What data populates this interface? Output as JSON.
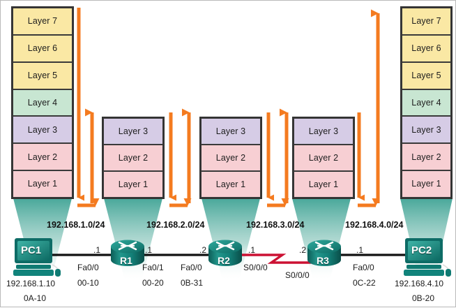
{
  "title": "OSI layer encapsulation across a routed network",
  "colors": {
    "arrow_orange": "#F47B20",
    "device_teal": "#1E8F86",
    "serial_red": "#CC1133",
    "layer_yellow": "#FAE8A4",
    "layer_green": "#C8E6D2",
    "layer_purple": "#D6CCE6",
    "layer_pink": "#F7CFD3",
    "link_black": "#111111",
    "cone_teal": "#3FA395"
  },
  "stacks": [
    {
      "id": "host-stack-left",
      "layers": [
        {
          "label": "Layer 7",
          "color": "#FAE8A4"
        },
        {
          "label": "Layer 6",
          "color": "#FAE8A4"
        },
        {
          "label": "Layer 5",
          "color": "#FAE8A4"
        },
        {
          "label": "Layer 4",
          "color": "#C8E6D2"
        },
        {
          "label": "Layer 3",
          "color": "#D6CCE6"
        },
        {
          "label": "Layer 2",
          "color": "#F7CFD3"
        },
        {
          "label": "Layer 1",
          "color": "#F7CFD3"
        }
      ]
    },
    {
      "id": "router-stack-r1",
      "layers": [
        {
          "label": "Layer 3",
          "color": "#D6CCE6"
        },
        {
          "label": "Layer 2",
          "color": "#F7CFD3"
        },
        {
          "label": "Layer 1",
          "color": "#F7CFD3"
        }
      ]
    },
    {
      "id": "router-stack-r2",
      "layers": [
        {
          "label": "Layer 3",
          "color": "#D6CCE6"
        },
        {
          "label": "Layer 2",
          "color": "#F7CFD3"
        },
        {
          "label": "Layer 1",
          "color": "#F7CFD3"
        }
      ]
    },
    {
      "id": "router-stack-r3",
      "layers": [
        {
          "label": "Layer 3",
          "color": "#D6CCE6"
        },
        {
          "label": "Layer 2",
          "color": "#F7CFD3"
        },
        {
          "label": "Layer 1",
          "color": "#F7CFD3"
        }
      ]
    },
    {
      "id": "host-stack-right",
      "layers": [
        {
          "label": "Layer 7",
          "color": "#FAE8A4"
        },
        {
          "label": "Layer 6",
          "color": "#FAE8A4"
        },
        {
          "label": "Layer 5",
          "color": "#FAE8A4"
        },
        {
          "label": "Layer 4",
          "color": "#C8E6D2"
        },
        {
          "label": "Layer 3",
          "color": "#D6CCE6"
        },
        {
          "label": "Layer 2",
          "color": "#F7CFD3"
        },
        {
          "label": "Layer 1",
          "color": "#F7CFD3"
        }
      ]
    }
  ],
  "networks": [
    {
      "label": "192.168.1.0/24"
    },
    {
      "label": "192.168.2.0/24"
    },
    {
      "label": "192.168.3.0/24"
    },
    {
      "label": "192.168.4.0/24"
    }
  ],
  "devices": [
    {
      "id": "pc1",
      "name": "PC1",
      "type": "pc",
      "ip": "192.168.1.10",
      "mac": "0A-10"
    },
    {
      "id": "r1",
      "name": "R1",
      "type": "router"
    },
    {
      "id": "r2",
      "name": "R2",
      "type": "router"
    },
    {
      "id": "r3",
      "name": "R3",
      "type": "router"
    },
    {
      "id": "pc2",
      "name": "PC2",
      "type": "pc",
      "ip": "192.168.4.10",
      "mac": "0B-20"
    }
  ],
  "interfaces": [
    {
      "id": "r1-fa00",
      "octet": ".1",
      "name": "Fa0/0",
      "mac": "00-10"
    },
    {
      "id": "r1-fa01",
      "octet": ".1",
      "name": "Fa0/1",
      "mac": "00-20"
    },
    {
      "id": "r2-fa00",
      "octet": ".2",
      "name": "Fa0/0",
      "mac": "0B-31"
    },
    {
      "id": "r2-s000",
      "octet": ".1",
      "name": "S0/0/0",
      "mac": ""
    },
    {
      "id": "r3-s000",
      "octet": ".2",
      "name": "S0/0/0",
      "mac": ""
    },
    {
      "id": "r3-fa00",
      "octet": ".1",
      "name": "Fa0/0",
      "mac": "0C-22"
    }
  ]
}
